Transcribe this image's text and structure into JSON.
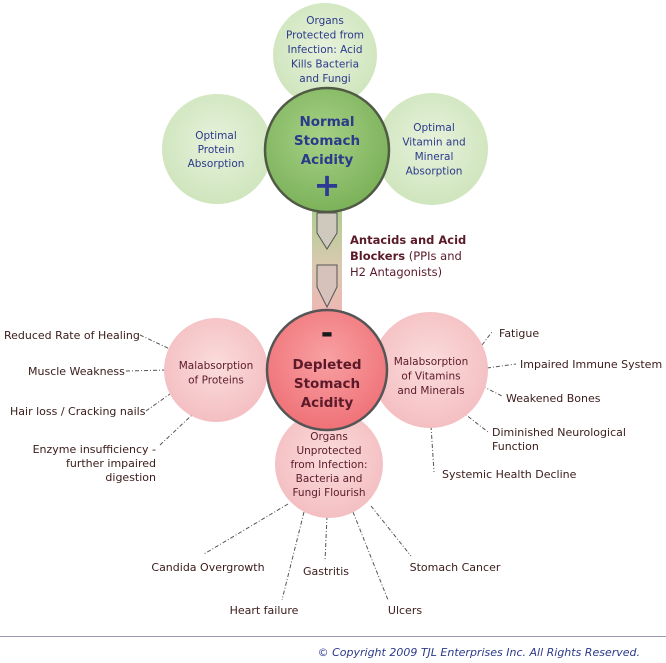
{
  "normal": {
    "title_lines": [
      "Normal",
      "Stomach",
      "Acidity"
    ],
    "symbol": "+"
  },
  "top_benefits": [
    {
      "lines": [
        "Organs",
        "Protected from",
        "Infection: Acid",
        "Kills Bacteria",
        "and Fungi"
      ]
    },
    {
      "lines": [
        "Optimal",
        "Protein",
        "Absorption"
      ]
    },
    {
      "lines": [
        "Optimal",
        "Vitamin and",
        "Mineral",
        "Absorption"
      ]
    }
  ],
  "arrow_label": {
    "bold": [
      "Antacids and Acid",
      "Blockers"
    ],
    "normal_suffix": " (PPIs and",
    "normal_last": "H2 Antagonists)"
  },
  "depleted": {
    "symbol": "-",
    "title_lines": [
      "Depleted",
      "Stomach",
      "Acidity"
    ]
  },
  "left_circle": {
    "lines": [
      "Malabsorption",
      "of Proteins"
    ]
  },
  "right_circle": {
    "lines": [
      "Malabsorption",
      "of Vitamins",
      "and Minerals"
    ]
  },
  "bottom_circle": {
    "lines": [
      "Organs",
      "Unprotected",
      "from Infection:",
      "Bacteria and",
      "Fungi Flourish"
    ]
  },
  "left_effects": [
    {
      "lines": [
        "Reduced Rate of Healing"
      ]
    },
    {
      "lines": [
        "Muscle Weakness"
      ]
    },
    {
      "lines": [
        "Hair loss / Cracking nails"
      ]
    },
    {
      "lines": [
        "Enzyme insufficiency -",
        "further impaired",
        "digestion"
      ]
    }
  ],
  "right_effects": [
    {
      "lines": [
        "Fatigue"
      ]
    },
    {
      "lines": [
        "Impaired Immune System"
      ]
    },
    {
      "lines": [
        "Weakened Bones"
      ]
    },
    {
      "lines": [
        "Diminished Neurological",
        "Function"
      ]
    },
    {
      "lines": [
        "Systemic Health Decline"
      ]
    }
  ],
  "bottom_effects": [
    {
      "lines": [
        "Candida Overgrowth"
      ]
    },
    {
      "lines": [
        "Heart failure"
      ]
    },
    {
      "lines": [
        "Gastritis"
      ]
    },
    {
      "lines": [
        "Ulcers"
      ]
    },
    {
      "lines": [
        "Stomach Cancer"
      ]
    }
  ],
  "copyright": "© Copyright 2009 TJL Enterprises Inc. All Rights Reserved.",
  "colors": {
    "light_green": "#d8ebc9",
    "green": "#8bc068",
    "navy_text": "#2b3a8a",
    "pink_light": "#f6c7c9",
    "pink_dark": "#f38588",
    "maroon_text": "#5b1a2a"
  }
}
